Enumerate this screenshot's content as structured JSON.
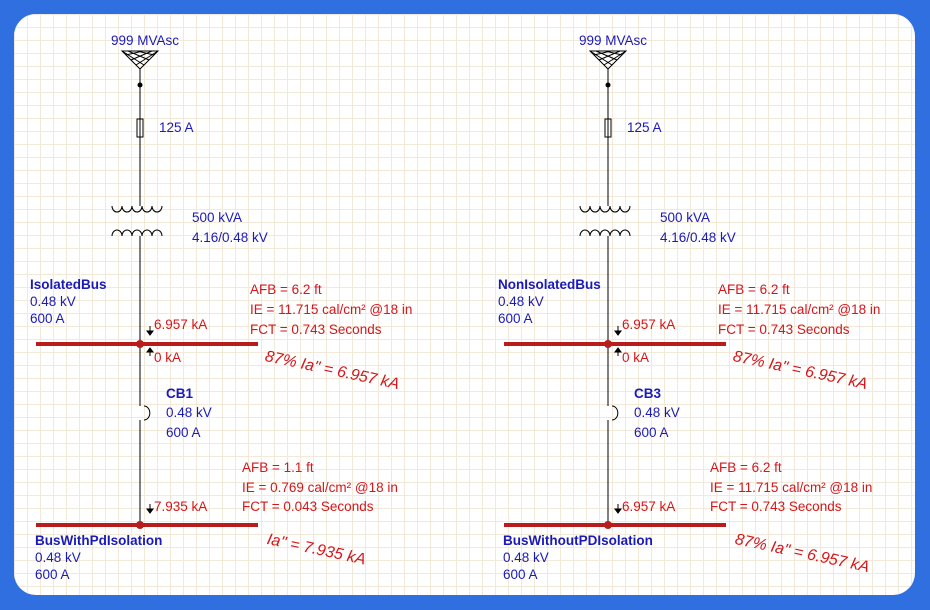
{
  "left": {
    "source": {
      "label": "999 MVAsc"
    },
    "fuse": {
      "rating": "125 A"
    },
    "transformer": {
      "kva": "500 kVA",
      "voltage": "4.16/0.48 kV"
    },
    "bus1": {
      "name": "IsolatedBus",
      "kv": "0.48 kV",
      "amps": "600 A",
      "fault_in": "6.957 kA",
      "fault_out": "0 kA"
    },
    "arc1": {
      "afb": "AFB = 6.2 ft",
      "ie": "IE  = 11.715 cal/cm² @18 in",
      "fct": "FCT = 0.743 Seconds",
      "note": "87% Ia\" = 6.957 kA"
    },
    "breaker": {
      "name": "CB1",
      "kv": "0.48 kV",
      "amps": "600 A"
    },
    "bus2": {
      "name": "BusWithPdIsolation",
      "kv": "0.48 kV",
      "amps": "600 A",
      "fault_in": "7.935 kA"
    },
    "arc2": {
      "afb": "AFB = 1.1 ft",
      "ie": "IE  = 0.769 cal/cm² @18 in",
      "fct": "FCT = 0.043 Seconds",
      "note": "Ia\" = 7.935 kA"
    }
  },
  "right": {
    "source": {
      "label": "999 MVAsc"
    },
    "fuse": {
      "rating": "125 A"
    },
    "transformer": {
      "kva": "500 kVA",
      "voltage": "4.16/0.48 kV"
    },
    "bus1": {
      "name": "NonIsolatedBus",
      "kv": "0.48 kV",
      "amps": "600 A",
      "fault_in": "6.957 kA",
      "fault_out": "0 kA"
    },
    "arc1": {
      "afb": "AFB = 6.2 ft",
      "ie": "IE  = 11.715 cal/cm² @18 in",
      "fct": "FCT = 0.743 Seconds",
      "note": "87% Ia\" = 6.957 kA"
    },
    "breaker": {
      "name": "CB3",
      "kv": "0.48 kV",
      "amps": "600 A"
    },
    "bus2": {
      "name": "BusWithoutPDIsolation",
      "kv": "0.48 kV",
      "amps": "600 A",
      "fault_in": "6.957 kA"
    },
    "arc2": {
      "afb": "AFB = 6.2 ft",
      "ie": "IE  = 11.715 cal/cm² @18 in",
      "fct": "FCT = 0.743 Seconds",
      "note": "87% Ia\" = 6.957 kA"
    }
  },
  "colors": {
    "background": "#2f6fe0",
    "bus": "#b81c1c",
    "label_blue": "#1a1ab8",
    "arc_red": "#d4161b",
    "grid": "#f3e9d8"
  }
}
